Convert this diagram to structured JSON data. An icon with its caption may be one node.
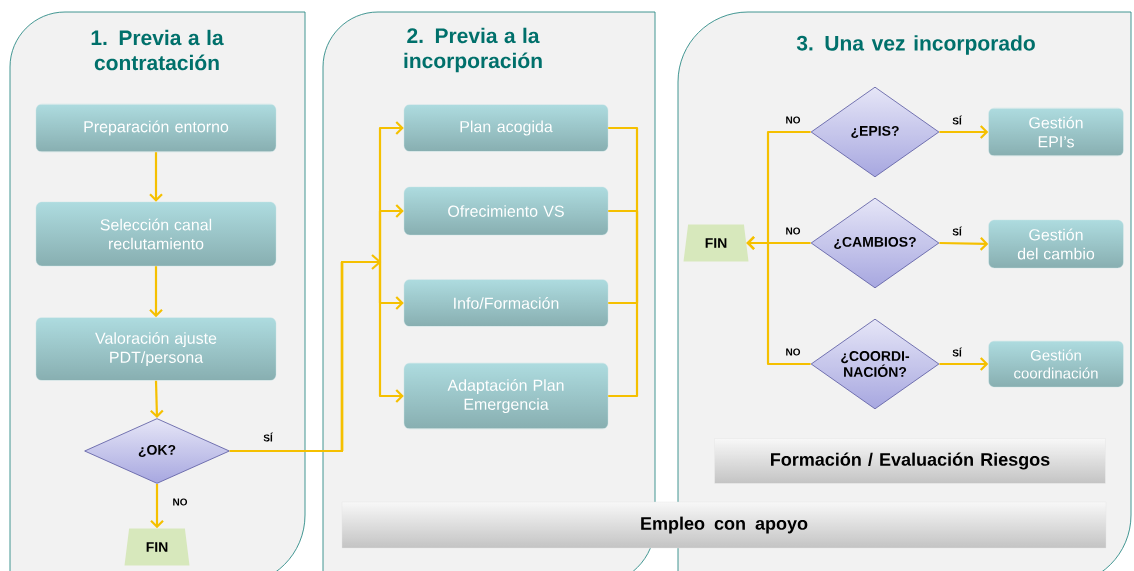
{
  "diagram": {
    "nodes": [
      {
        "text": [
          "1. Previa a la contratación"
        ]
      },
      {
        "text": [
          "Preparación entorno"
        ],
        "in": 0
      },
      {
        "text": [
          "Selección canal reclutamiento"
        ],
        "in": 0
      },
      {
        "text": [
          "Valoración ajuste PDT/persona"
        ],
        "in": 0
      },
      {
        "text": [
          "¿OK?"
        ],
        "in": 0
      },
      {
        "text": [
          "FIN"
        ],
        "in": 0
      },
      {
        "text": [
          "2. Previa a la incorporación"
        ]
      },
      {
        "text": [
          "Plan acogida"
        ],
        "in": 6
      },
      {
        "text": [
          "Ofrecimiento VS"
        ],
        "in": 6
      },
      {
        "text": [
          "Info/Formación"
        ],
        "in": 6
      },
      {
        "text": [
          "Adaptación Plan Emergencia"
        ],
        "in": 6
      },
      {
        "text": [
          "3. Una vez incorporado"
        ]
      },
      {
        "text": [
          "FIN"
        ],
        "in": 11
      },
      {
        "text": [
          "¿EPIS?"
        ],
        "in": 11
      },
      {
        "text": [
          "Gestión EPI’s"
        ],
        "in": 11
      },
      {
        "text": [
          "¿CAMBIOS?"
        ],
        "in": 11
      },
      {
        "text": [
          "Gestión del cambio"
        ],
        "in": 11
      },
      {
        "text": [
          "¿COORDI- NACIÓN?"
        ],
        "in": 11
      },
      {
        "text": [
          "Gestión coordinación"
        ],
        "in": 11
      },
      {
        "text": [
          "Formación / Evaluación Riesgos"
        ],
        "in": 11
      },
      {
        "text": [
          "Empleo con apoyo"
        ]
      }
    ],
    "edges": [
      {
        "from": 1,
        "to": 2,
        "arrow": "to"
      },
      {
        "from": 2,
        "to": 3,
        "arrow": "to"
      },
      {
        "from": 3,
        "to": 4,
        "arrow": "to"
      },
      {
        "from": 4,
        "to": 5,
        "arrow": "to",
        "label": "NO"
      },
      {
        "from": 4,
        "to": 7,
        "arrow": "to",
        "label": "SÍ"
      },
      {
        "from": 4,
        "to": 8,
        "arrow": "to"
      },
      {
        "from": 4,
        "to": 9,
        "arrow": "to"
      },
      {
        "from": 4,
        "to": 10,
        "arrow": "to"
      },
      {
        "from": 7,
        "to": null,
        "arrow": "none"
      },
      {
        "from": 8,
        "to": null,
        "arrow": "none"
      },
      {
        "from": 9,
        "to": null,
        "arrow": "none"
      },
      {
        "from": 10,
        "to": null,
        "arrow": "none"
      },
      {
        "from": 13,
        "to": 14,
        "arrow": "to",
        "label": "SÍ"
      },
      {
        "from": 13,
        "to": 12,
        "arrow": "to",
        "label": "NO"
      },
      {
        "from": 15,
        "to": 16,
        "arrow": "to",
        "label": "SÍ"
      },
      {
        "from": 15,
        "to": 12,
        "arrow": "to",
        "label": "NO"
      },
      {
        "from": 17,
        "to": 18,
        "arrow": "to",
        "label": "SÍ"
      },
      {
        "from": 17,
        "to": 12,
        "arrow": "to",
        "label": "NO"
      }
    ]
  }
}
